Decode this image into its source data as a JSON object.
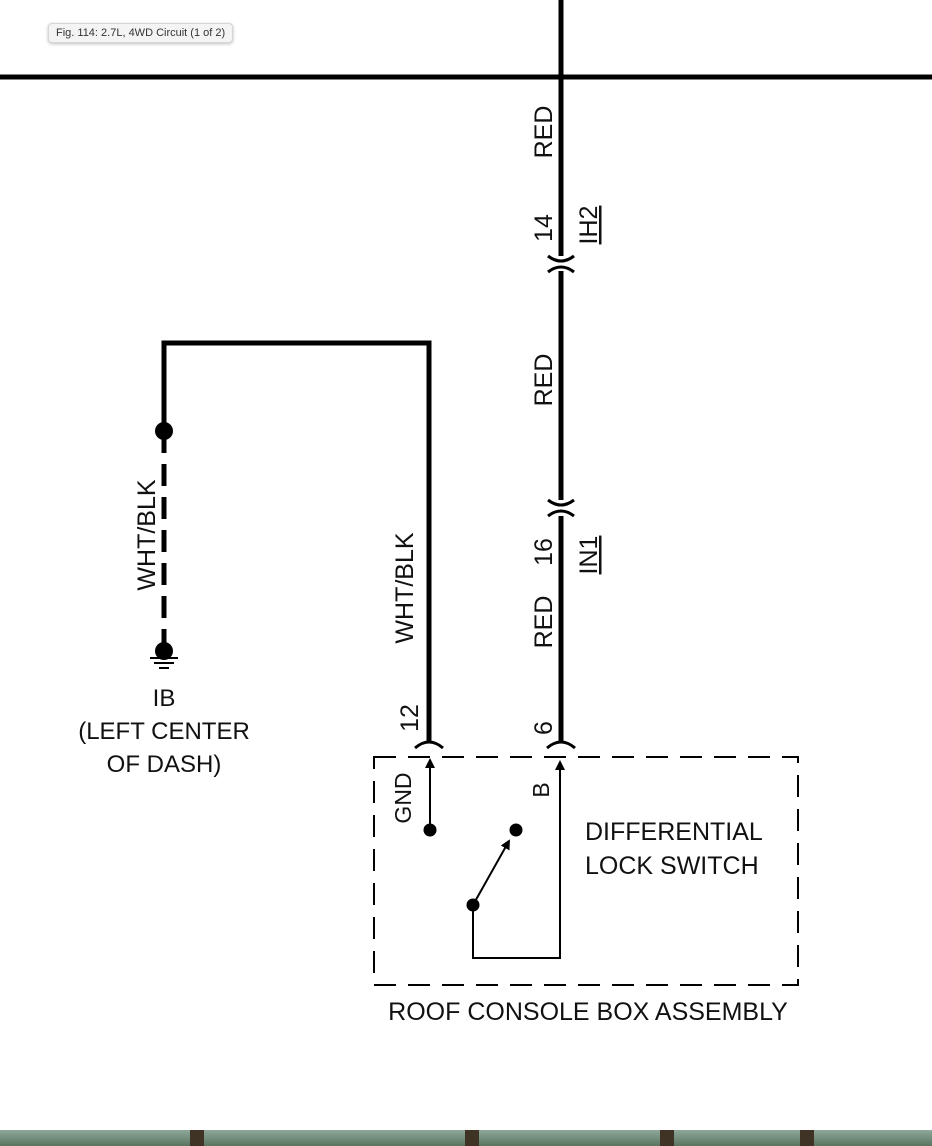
{
  "figure": {
    "caption": "Fig. 114: 2.7L, 4WD Circuit (1 of 2)"
  },
  "wires": {
    "red_top": "RED",
    "red_middle": "RED",
    "red_bottom": "RED",
    "wht_blk_ground": "WHT/BLK",
    "wht_blk_switch": "WHT/BLK"
  },
  "connectors": {
    "ih2_pin": "14",
    "ih2_name": "IH2",
    "in1_pin": "16",
    "in1_name": "IN1",
    "switch_gnd_pin": "12",
    "switch_b_pin": "6"
  },
  "ground": {
    "name": "IB",
    "location_line1": "(LEFT CENTER",
    "location_line2": "OF DASH)"
  },
  "component": {
    "terminal_gnd": "GND",
    "terminal_b": "B",
    "name_line1": "DIFFERENTIAL",
    "name_line2": "LOCK SWITCH",
    "assembly": "ROOF CONSOLE BOX ASSEMBLY"
  },
  "colors": {
    "wire": "#000000",
    "caption_bg": "#f4f4f4"
  }
}
